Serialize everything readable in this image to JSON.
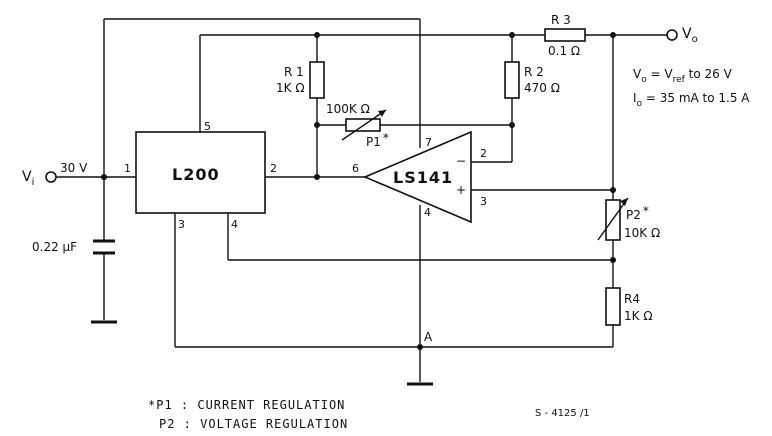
{
  "ic": {
    "name": "L200",
    "pins": {
      "p1": "1",
      "p2": "2",
      "p3": "3",
      "p4": "4",
      "p5": "5"
    }
  },
  "opamp": {
    "name": "LS141",
    "pins": {
      "p2": "2",
      "p3": "3",
      "p4": "4",
      "p6": "6",
      "p7": "7"
    },
    "minus": "−",
    "plus": "+"
  },
  "input": {
    "label": "V",
    "sub": "i",
    "voltage": "30 V"
  },
  "output": {
    "label": "V",
    "sub": "o"
  },
  "capacitor": {
    "value": "0.22 μF"
  },
  "r1": {
    "name": "R 1",
    "value": "1K Ω"
  },
  "r2": {
    "name": "R 2",
    "value": "470 Ω"
  },
  "r3": {
    "name": "R 3",
    "value": "0.1 Ω"
  },
  "r4": {
    "name": "R4",
    "value": "1K Ω"
  },
  "p1": {
    "name": "P1",
    "star": "*",
    "value": "100K Ω"
  },
  "p2": {
    "name": "P2",
    "star": "*",
    "value": "10K Ω"
  },
  "spec": {
    "vo_a": "V",
    "vo_b": "o",
    "vo_c": " = V",
    "vo_d": "ref",
    "vo_e": " to 26 V",
    "io_a": "I",
    "io_b": "o",
    "io_c": " = 35 mA to 1.5 A"
  },
  "node_a": "A",
  "notes": {
    "line1": "*P1 : CURRENT  REGULATION",
    "line2": "P2 : VOLTAGE  REGULATION"
  },
  "code": "S - 4125 /1"
}
